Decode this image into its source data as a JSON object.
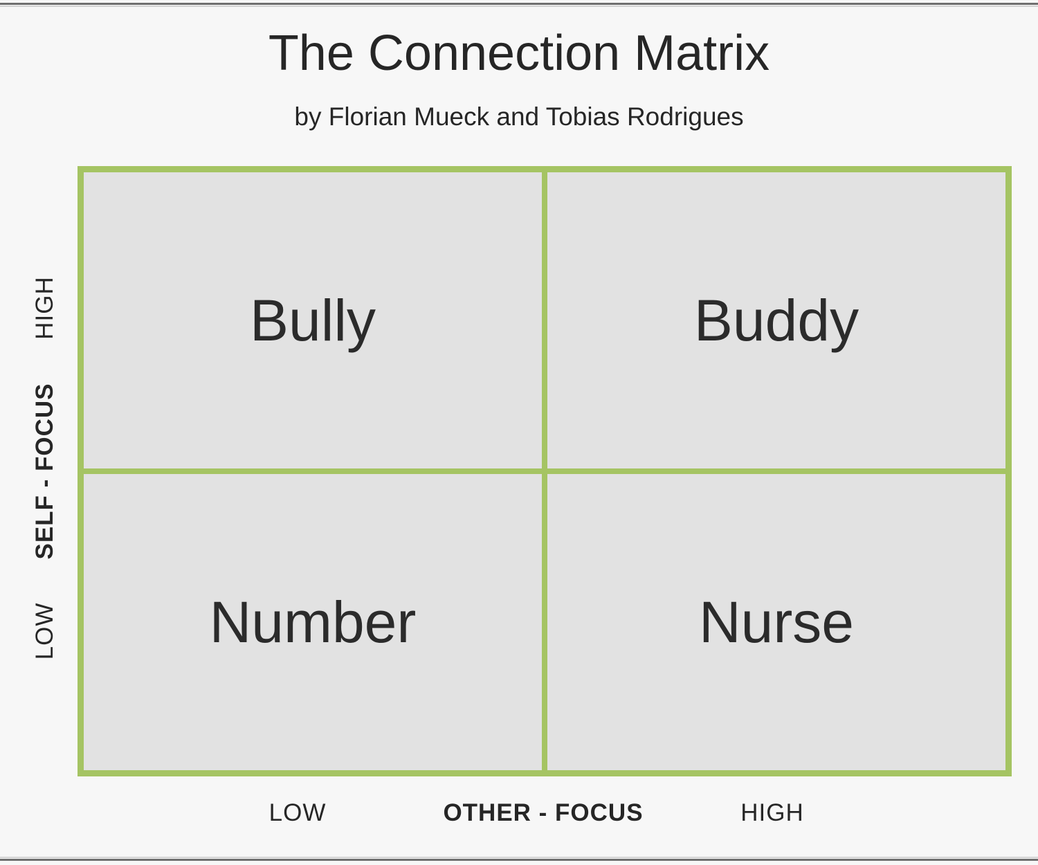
{
  "header": {
    "title": "The Connection Matrix",
    "subtitle": "by Florian Mueck and Tobias Rodrigues"
  },
  "axes": {
    "y": {
      "title": "SELF - FOCUS",
      "high": "HIGH",
      "low": "LOW"
    },
    "x": {
      "title": "OTHER - FOCUS",
      "low": "LOW",
      "high": "HIGH"
    }
  },
  "quadrants": [
    {
      "id": "top-left",
      "label": "Bully",
      "self_focus": "HIGH",
      "other_focus": "LOW"
    },
    {
      "id": "top-right",
      "label": "Buddy",
      "self_focus": "HIGH",
      "other_focus": "HIGH"
    },
    {
      "id": "bottom-left",
      "label": "Number",
      "self_focus": "LOW",
      "other_focus": "LOW"
    },
    {
      "id": "bottom-right",
      "label": "Nurse",
      "self_focus": "LOW",
      "other_focus": "HIGH"
    }
  ],
  "colors": {
    "grid_line": "#a5c463",
    "quadrant_fill": "#e2e2e2",
    "background": "#f7f7f7",
    "text": "#262626",
    "frame_rule": "#6f6f6f"
  },
  "chart_data": {
    "type": "table",
    "title": "The Connection Matrix",
    "subtitle": "by Florian Mueck and Tobias Rodrigues",
    "xlabel": "OTHER - FOCUS",
    "ylabel": "SELF - FOCUS",
    "x_tick_labels": [
      "LOW",
      "HIGH"
    ],
    "y_tick_labels": [
      "LOW",
      "HIGH"
    ],
    "grid": true,
    "legend": "none",
    "cells": [
      {
        "x": "LOW",
        "y": "HIGH",
        "value": "Bully"
      },
      {
        "x": "HIGH",
        "y": "HIGH",
        "value": "Buddy"
      },
      {
        "x": "LOW",
        "y": "LOW",
        "value": "Number"
      },
      {
        "x": "HIGH",
        "y": "LOW",
        "value": "Nurse"
      }
    ]
  }
}
